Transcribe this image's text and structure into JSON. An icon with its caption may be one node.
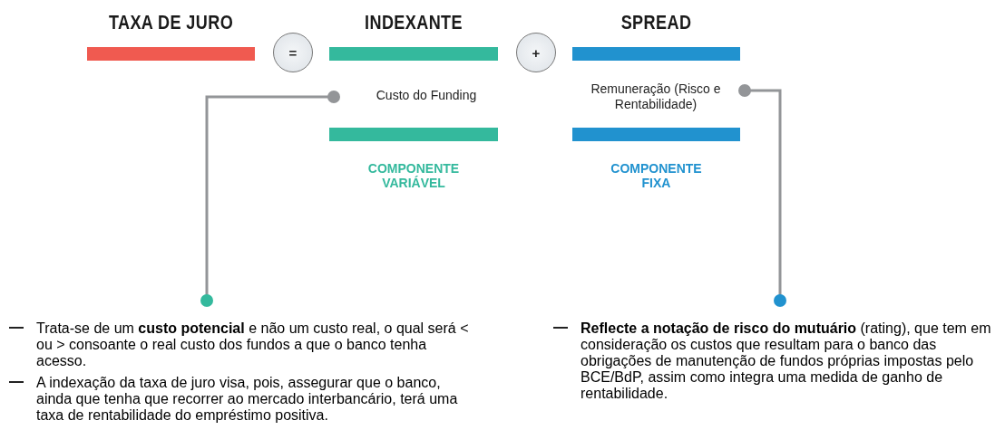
{
  "diagram": {
    "nodes": [
      {
        "text": [
          "TAXA DE JURO"
        ]
      },
      {
        "text": [
          "="
        ]
      },
      {
        "text": [
          "INDEXANTE"
        ]
      },
      {
        "text": [
          "+"
        ]
      },
      {
        "text": [
          "SPREAD"
        ]
      },
      {
        "text": [
          "Custo do Funding"
        ]
      },
      {
        "text": [
          "Remuneração (Risco e Rentabilidade)"
        ]
      },
      {
        "text": [
          "COMPONENTE VARIÁVEL"
        ]
      },
      {
        "text": [
          "COMPONENTE FIXA"
        ]
      },
      {
        "text": [
          "Trata-se de um **custo potencial** e não um custo real, o qual será < ou > consoante o real custo dos fundos a que o banco tenha acesso.",
          "A indexação da taxa de juro visa, pois, assegurar que o banco, ainda que tenha que recorrer ao mercado interbancário, terá uma taxa de rentabilidade do empréstimo positiva."
        ]
      },
      {
        "text": [
          "**Reflecte a notação de risco do mutuário** (rating), que tem em consideração os custos que resultam para o banco das obrigações de manutenção de fundos próprias impostas pelo BCE/BdP, assim como integra uma medida de ganho de rentabilidade."
        ]
      }
    ],
    "edges": [
      {
        "from": 5,
        "to": 9,
        "arrow": "other"
      },
      {
        "from": 6,
        "to": 10,
        "arrow": "other"
      }
    ]
  }
}
